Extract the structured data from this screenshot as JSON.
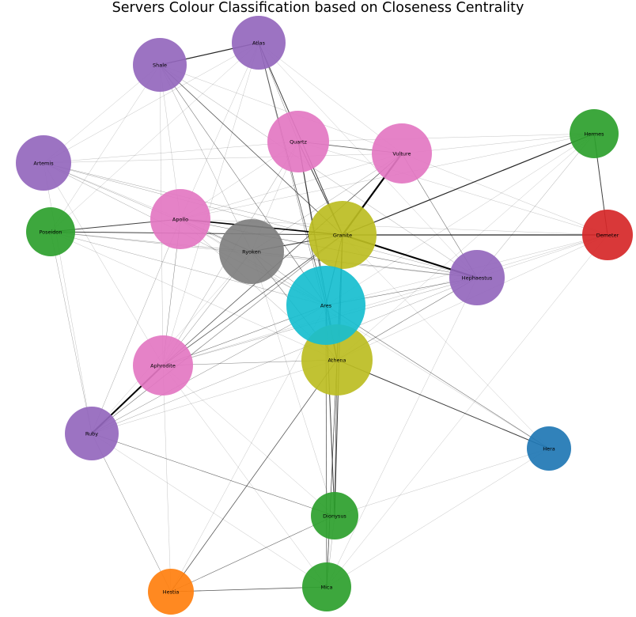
{
  "title": "Servers Colour Classification based on Closeness Centrality",
  "colors": {
    "purple": "#9467bd",
    "pink": "#e377c2",
    "green": "#2ca02c",
    "red": "#d62728",
    "olive": "#bcbd22",
    "gray": "#7f7f7f",
    "cyan": "#17becf",
    "blue": "#1f77b4",
    "orange": "#ff7f0e"
  },
  "nodes": [
    {
      "id": "Atlas",
      "label": "Atlas",
      "color": "purple"
    },
    {
      "id": "Shale",
      "label": "Shale",
      "color": "purple"
    },
    {
      "id": "Quartz",
      "label": "Quartz",
      "color": "pink"
    },
    {
      "id": "Vulture",
      "label": "Vulture",
      "color": "pink"
    },
    {
      "id": "Hermes",
      "label": "Hermes",
      "color": "green"
    },
    {
      "id": "Artemis",
      "label": "Artemis",
      "color": "purple"
    },
    {
      "id": "Poseidon",
      "label": "Poseidon",
      "color": "green"
    },
    {
      "id": "Apollo",
      "label": "Apollo",
      "color": "pink"
    },
    {
      "id": "Ryoken",
      "label": "Ryoken",
      "color": "gray"
    },
    {
      "id": "Granite",
      "label": "Granite",
      "color": "olive"
    },
    {
      "id": "Demeter",
      "label": "Demeter",
      "color": "red"
    },
    {
      "id": "Hephaestus",
      "label": "Hephaestus",
      "color": "purple"
    },
    {
      "id": "Athena",
      "label": "Athena",
      "color": "olive"
    },
    {
      "id": "Ares",
      "label": "Ares",
      "color": "cyan"
    },
    {
      "id": "Aphrodite",
      "label": "Aphrodite",
      "color": "pink"
    },
    {
      "id": "Ruby",
      "label": "Ruby",
      "color": "purple"
    },
    {
      "id": "Hera",
      "label": "Hera",
      "color": "blue"
    },
    {
      "id": "Dionysus",
      "label": "Dionysus",
      "color": "green"
    },
    {
      "id": "Hestia",
      "label": "Hestia",
      "color": "orange"
    },
    {
      "id": "Mica",
      "label": "Mica",
      "color": "green"
    }
  ],
  "edges": [
    [
      "Atlas",
      "Shale",
      1.2
    ],
    [
      "Atlas",
      "Quartz",
      0.5
    ],
    [
      "Atlas",
      "Granite",
      1.0
    ],
    [
      "Atlas",
      "Vulture",
      0.3
    ],
    [
      "Atlas",
      "Ares",
      0.8
    ],
    [
      "Atlas",
      "Athena",
      0.5
    ],
    [
      "Atlas",
      "Apollo",
      0.3
    ],
    [
      "Atlas",
      "Poseidon",
      0.3
    ],
    [
      "Atlas",
      "Artemis",
      0.3
    ],
    [
      "Atlas",
      "Hephaestus",
      0.3
    ],
    [
      "Atlas",
      "Aphrodite",
      0.3
    ],
    [
      "Shale",
      "Granite",
      0.8
    ],
    [
      "Shale",
      "Ares",
      0.6
    ],
    [
      "Shale",
      "Vulture",
      0.3
    ],
    [
      "Shale",
      "Artemis",
      0.3
    ],
    [
      "Shale",
      "Poseidon",
      0.3
    ],
    [
      "Shale",
      "Ryoken",
      0.4
    ],
    [
      "Shale",
      "Hephaestus",
      0.4
    ],
    [
      "Shale",
      "Apollo",
      0.3
    ],
    [
      "Shale",
      "Aphrodite",
      0.3
    ],
    [
      "Quartz",
      "Granite",
      1.0
    ],
    [
      "Quartz",
      "Vulture",
      0.8
    ],
    [
      "Quartz",
      "Ares",
      0.6
    ],
    [
      "Quartz",
      "Athena",
      1.0
    ],
    [
      "Quartz",
      "Artemis",
      0.3
    ],
    [
      "Quartz",
      "Apollo",
      0.3
    ],
    [
      "Quartz",
      "Hermes",
      0.3
    ],
    [
      "Quartz",
      "Ryoken",
      0.3
    ],
    [
      "Quartz",
      "Aphrodite",
      0.4
    ],
    [
      "Quartz",
      "Demeter",
      0.3
    ],
    [
      "Vulture",
      "Granite",
      2.2
    ],
    [
      "Vulture",
      "Apollo",
      0.3
    ],
    [
      "Vulture",
      "Hephaestus",
      0.6
    ],
    [
      "Vulture",
      "Hermes",
      0.3
    ],
    [
      "Vulture",
      "Artemis",
      0.3
    ],
    [
      "Vulture",
      "Ryoken",
      0.4
    ],
    [
      "Vulture",
      "Aphrodite",
      0.8
    ],
    [
      "Vulture",
      "Demeter",
      0.3
    ],
    [
      "Hermes",
      "Granite",
      1.2
    ],
    [
      "Hermes",
      "Demeter",
      1.0
    ],
    [
      "Hermes",
      "Hephaestus",
      0.4
    ],
    [
      "Hermes",
      "Ares",
      0.3
    ],
    [
      "Hermes",
      "Athena",
      0.3
    ],
    [
      "Hermes",
      "Apollo",
      0.3
    ],
    [
      "Artemis",
      "Apollo",
      0.3
    ],
    [
      "Artemis",
      "Ryoken",
      0.4
    ],
    [
      "Artemis",
      "Granite",
      0.4
    ],
    [
      "Artemis",
      "Hephaestus",
      0.4
    ],
    [
      "Artemis",
      "Ares",
      0.4
    ],
    [
      "Artemis",
      "Ruby",
      0.3
    ],
    [
      "Artemis",
      "Aphrodite",
      0.3
    ],
    [
      "Poseidon",
      "Apollo",
      1.0
    ],
    [
      "Poseidon",
      "Granite",
      1.0
    ],
    [
      "Poseidon",
      "Ryoken",
      0.4
    ],
    [
      "Poseidon",
      "Ares",
      0.4
    ],
    [
      "Poseidon",
      "Hephaestus",
      0.4
    ],
    [
      "Poseidon",
      "Ruby",
      0.4
    ],
    [
      "Poseidon",
      "Athena",
      0.3
    ],
    [
      "Apollo",
      "Granite",
      1.6
    ],
    [
      "Apollo",
      "Ryoken",
      0.6
    ],
    [
      "Apollo",
      "Ares",
      0.4
    ],
    [
      "Apollo",
      "Athena",
      0.4
    ],
    [
      "Apollo",
      "Hephaestus",
      0.6
    ],
    [
      "Apollo",
      "Aphrodite",
      0.5
    ],
    [
      "Apollo",
      "Ruby",
      0.4
    ],
    [
      "Apollo",
      "Hera",
      0.3
    ],
    [
      "Ryoken",
      "Granite",
      1.0
    ],
    [
      "Ryoken",
      "Ares",
      0.5
    ],
    [
      "Ryoken",
      "Athena",
      0.6
    ],
    [
      "Ryoken",
      "Hephaestus",
      0.5
    ],
    [
      "Ryoken",
      "Aphrodite",
      0.5
    ],
    [
      "Ryoken",
      "Ruby",
      0.3
    ],
    [
      "Ryoken",
      "Dionysus",
      0.3
    ],
    [
      "Granite",
      "Demeter",
      1.2
    ],
    [
      "Granite",
      "Hephaestus",
      2.0
    ],
    [
      "Granite",
      "Ares",
      1.0
    ],
    [
      "Granite",
      "Athena",
      1.0
    ],
    [
      "Granite",
      "Aphrodite",
      0.8
    ],
    [
      "Granite",
      "Ruby",
      0.6
    ],
    [
      "Granite",
      "Dionysus",
      1.0
    ],
    [
      "Granite",
      "Mica",
      0.6
    ],
    [
      "Granite",
      "Hera",
      0.3
    ],
    [
      "Demeter",
      "Hephaestus",
      0.3
    ],
    [
      "Demeter",
      "Ares",
      0.3
    ],
    [
      "Demeter",
      "Athena",
      0.3
    ],
    [
      "Demeter",
      "Apollo",
      0.3
    ],
    [
      "Demeter",
      "Aphrodite",
      0.3
    ],
    [
      "Demeter",
      "Mica",
      0.3
    ],
    [
      "Hephaestus",
      "Ares",
      0.6
    ],
    [
      "Hephaestus",
      "Athena",
      0.6
    ],
    [
      "Hephaestus",
      "Aphrodite",
      0.4
    ],
    [
      "Hephaestus",
      "Ruby",
      0.4
    ],
    [
      "Hephaestus",
      "Mica",
      0.3
    ],
    [
      "Ares",
      "Athena",
      1.0
    ],
    [
      "Ares",
      "Aphrodite",
      0.6
    ],
    [
      "Ares",
      "Ruby",
      0.5
    ],
    [
      "Ares",
      "Hera",
      0.6
    ],
    [
      "Ares",
      "Dionysus",
      1.0
    ],
    [
      "Ares",
      "Mica",
      0.8
    ],
    [
      "Ares",
      "Hestia",
      0.3
    ],
    [
      "Athena",
      "Aphrodite",
      0.5
    ],
    [
      "Athena",
      "Hera",
      1.0
    ],
    [
      "Athena",
      "Dionysus",
      0.8
    ],
    [
      "Athena",
      "Mica",
      0.6
    ],
    [
      "Athena",
      "Hestia",
      0.8
    ],
    [
      "Athena",
      "Ruby",
      0.3
    ],
    [
      "Aphrodite",
      "Ruby",
      2.0
    ],
    [
      "Aphrodite",
      "Hestia",
      0.3
    ],
    [
      "Aphrodite",
      "Mica",
      0.3
    ],
    [
      "Aphrodite",
      "Dionysus",
      0.3
    ],
    [
      "Ruby",
      "Dionysus",
      0.6
    ],
    [
      "Ruby",
      "Hestia",
      0.5
    ],
    [
      "Ruby",
      "Mica",
      0.3
    ],
    [
      "Hera",
      "Mica",
      0.3
    ],
    [
      "Hera",
      "Dionysus",
      0.3
    ],
    [
      "Dionysus",
      "Hestia",
      0.6
    ],
    [
      "Dionysus",
      "Mica",
      0.4
    ],
    [
      "Hestia",
      "Mica",
      0.8
    ]
  ]
}
